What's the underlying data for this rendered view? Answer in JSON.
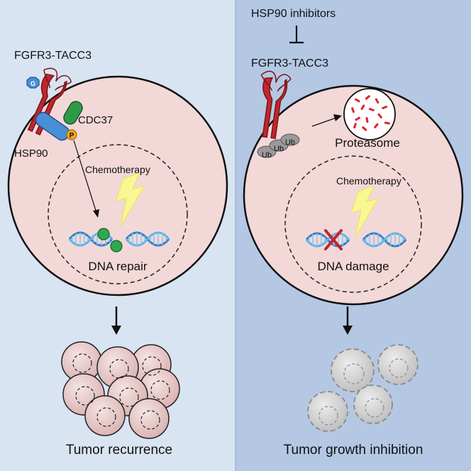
{
  "left_panel": {
    "receptor_label": "FGFR3-TACC3",
    "chaperone_cdc37": "CDC37",
    "chaperone_hsp90": "HSP90",
    "glyco_badge": "G",
    "phospho_badge": "P",
    "treatment_label": "Chemotherapy",
    "process_label": "DNA repair",
    "outcome_label": "Tumor recurrence"
  },
  "right_panel": {
    "inhibitor_label": "HSP90 inhibitors",
    "receptor_label": "FGFR3-TACC3",
    "ubiquitin_label": "Ub",
    "proteasome_label": "Proteasome",
    "treatment_label": "Chemotherapy",
    "process_label": "DNA damage",
    "outcome_label": "Tumor growth inhibition"
  },
  "colors": {
    "left_bg": "#d8e4f1",
    "right_bg": "#b4c8e4",
    "cell_fill": "#f3d8d8",
    "receptor": "#c0272d",
    "hsp90": "#4a8fd6",
    "cdc37": "#2e9a48",
    "repair_protein": "#2fa84f",
    "lightning": "#f7f58a",
    "dna": "#3a9ad9",
    "x_mark": "#c0272d"
  }
}
